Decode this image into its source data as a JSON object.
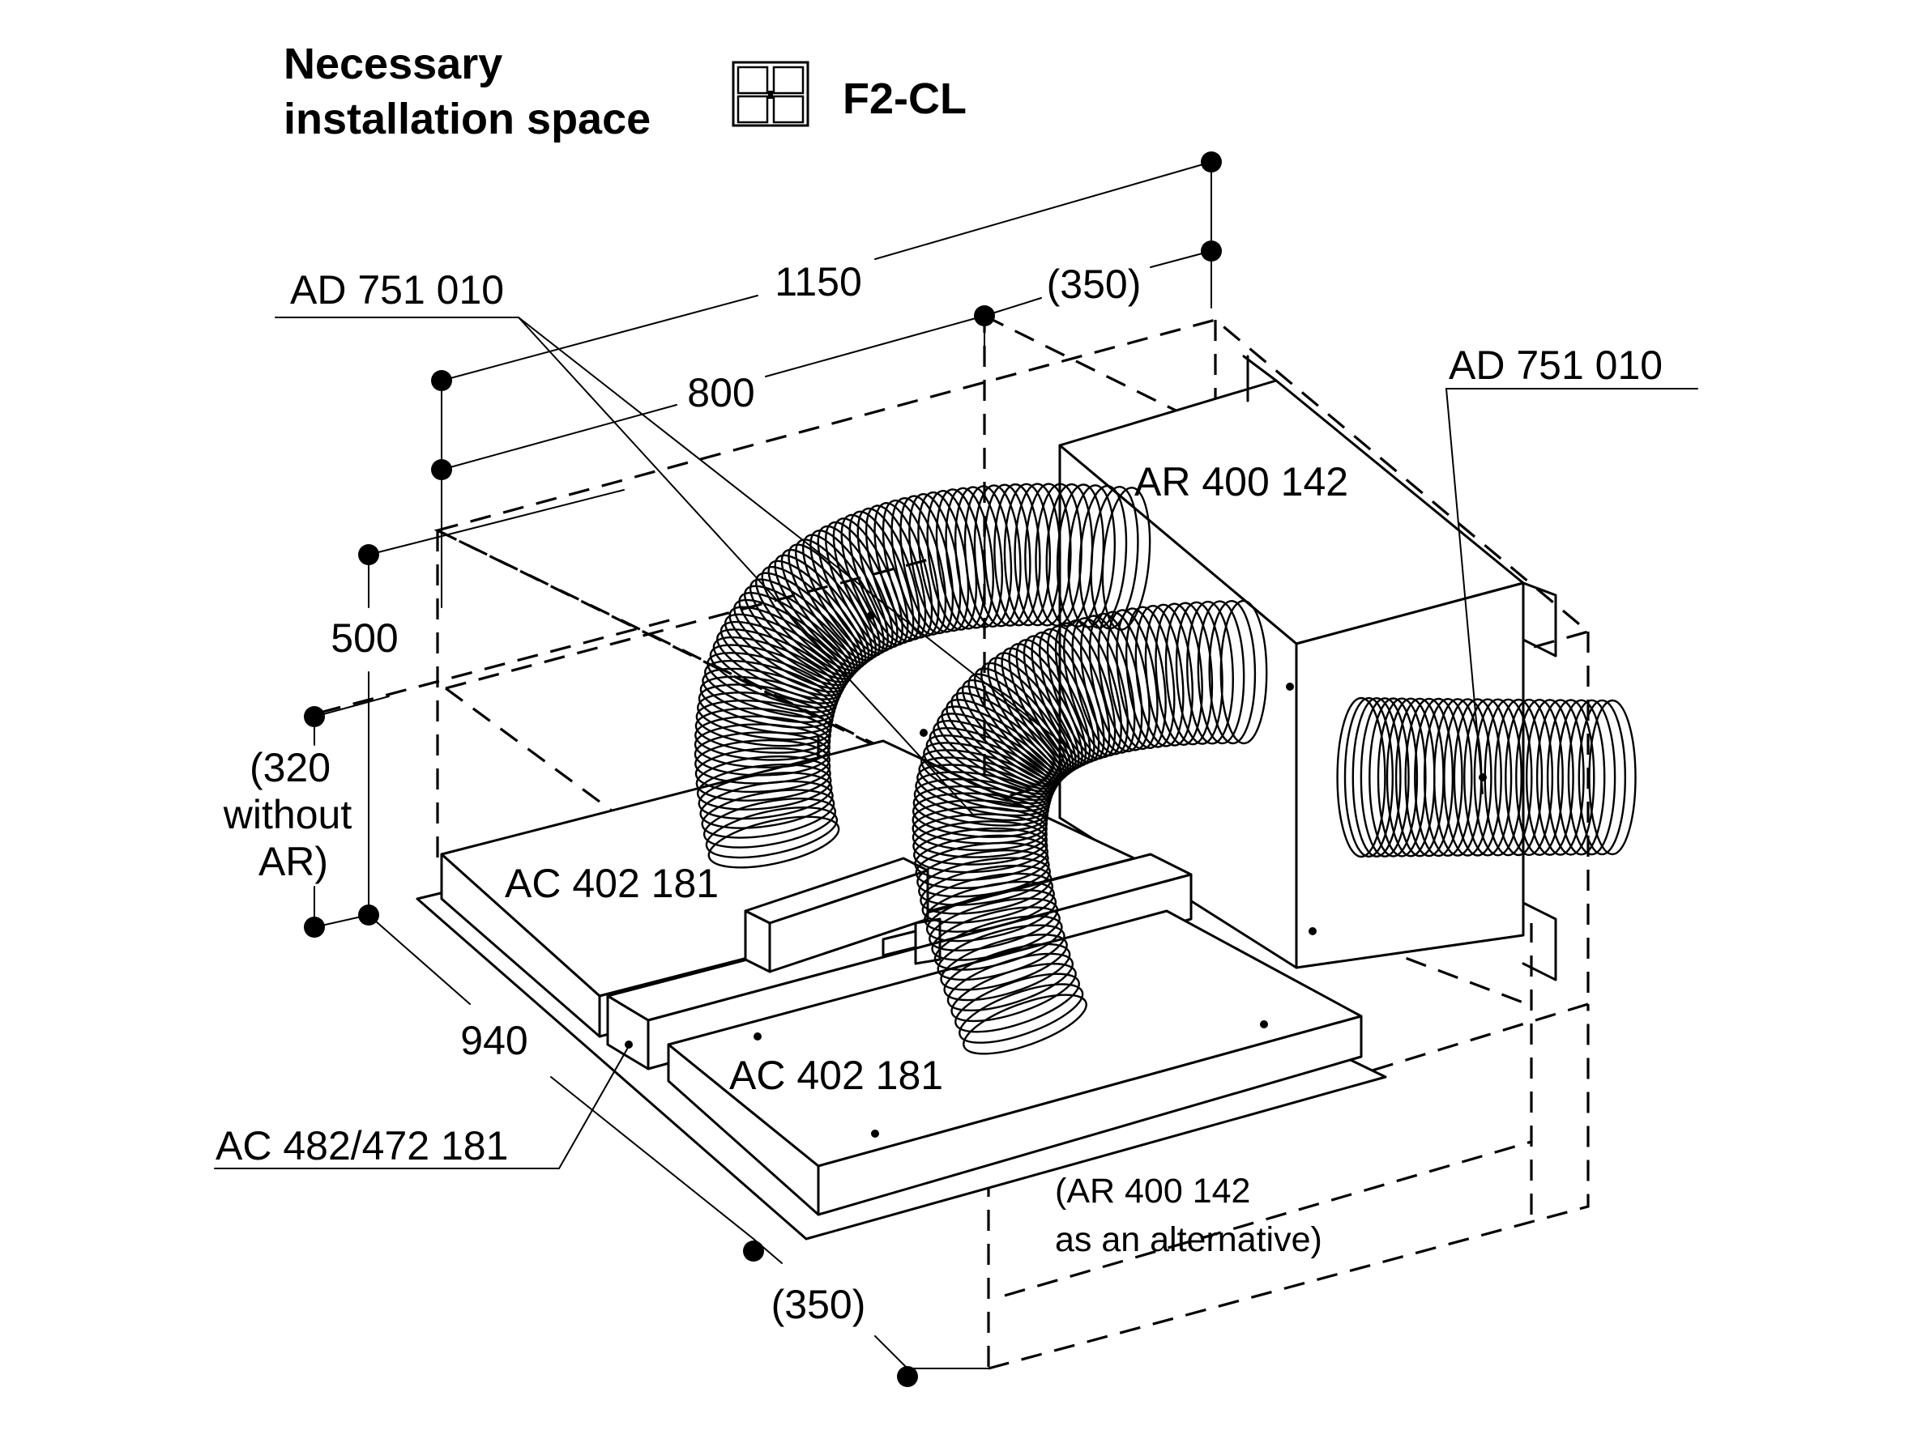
{
  "title": {
    "line1": "Necessary",
    "line2": "installation space",
    "model": "F2-CL",
    "model_icon": "cooktop-zones-icon"
  },
  "dimensions": {
    "width_total": "1150",
    "width_unit": "800",
    "width_extra": "(350)",
    "height": "500",
    "height_alt_line1": "(320",
    "height_alt_line2": "without",
    "height_alt_line3": "AR)",
    "depth": "940",
    "depth_extra": "(350)"
  },
  "parts": {
    "duct_left": "AD 751 010",
    "duct_right": "AD 751 010",
    "fan_unit": "AR 400 142",
    "module_left": "AC 402 181",
    "module_front": "AC 402 181",
    "connector": "AC 482/472 181",
    "alternative_line1": "(AR 400 142",
    "alternative_line2": "as an alternative)"
  }
}
